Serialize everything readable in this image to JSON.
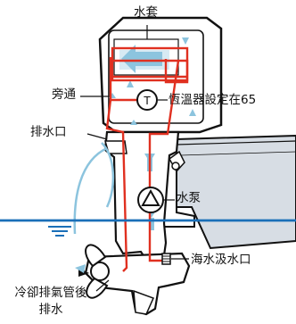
{
  "labels": {
    "water_jacket": "水套",
    "bypass": "旁通",
    "thermostat": "恆溫器設定在65",
    "drain_outlet": "排水口",
    "water_pump": "水泵",
    "water_intake": "海水汲水口",
    "exhaust_line1": "冷卻排氣管後",
    "exhaust_line2": "排水"
  },
  "symbols": {
    "thermostat_letter": "T"
  },
  "icons": {
    "pump": "triangle-in-circle-icon",
    "thermostat": "circle-t-icon",
    "intake": "grille-icon",
    "flow": "arrow-icon"
  },
  "colors": {
    "outline": "#111111",
    "cooling_circuit": "#e03020",
    "water_flow": "#8cc4de",
    "water_surface": "#1a6fb8",
    "boat_hull": "#d7dde4",
    "engine_fill": "#ffffff"
  }
}
